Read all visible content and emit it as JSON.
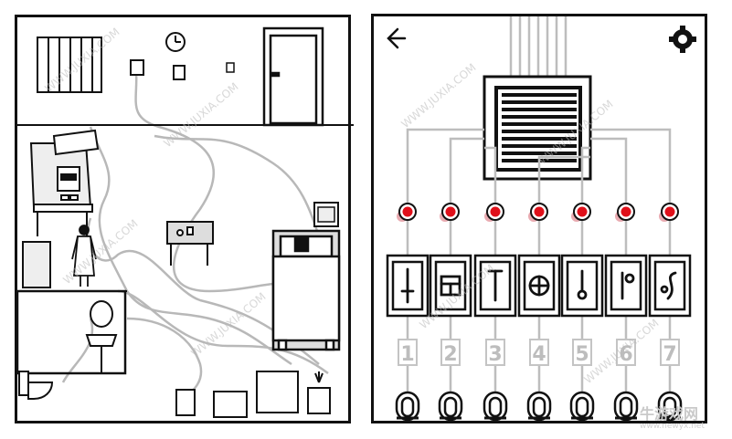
{
  "watermark": "WWW.JUXIA.COM",
  "brand": {
    "name": "牛游戏网",
    "url": "www.newyx.net"
  },
  "panel": {
    "switches": [
      {
        "number": "1",
        "symbol": "line-cross"
      },
      {
        "number": "2",
        "symbol": "grid-box"
      },
      {
        "number": "3",
        "symbol": "t-bar"
      },
      {
        "number": "4",
        "symbol": "circle-plus"
      },
      {
        "number": "5",
        "symbol": "stem-circle"
      },
      {
        "number": "6",
        "symbol": "stem-small-circle"
      },
      {
        "number": "7",
        "symbol": "s-curve"
      }
    ]
  },
  "colors": {
    "lamp": "#e0101a",
    "lamp_glow": "#e08890",
    "wire": "#bdbdbd",
    "ink": "#111111"
  }
}
